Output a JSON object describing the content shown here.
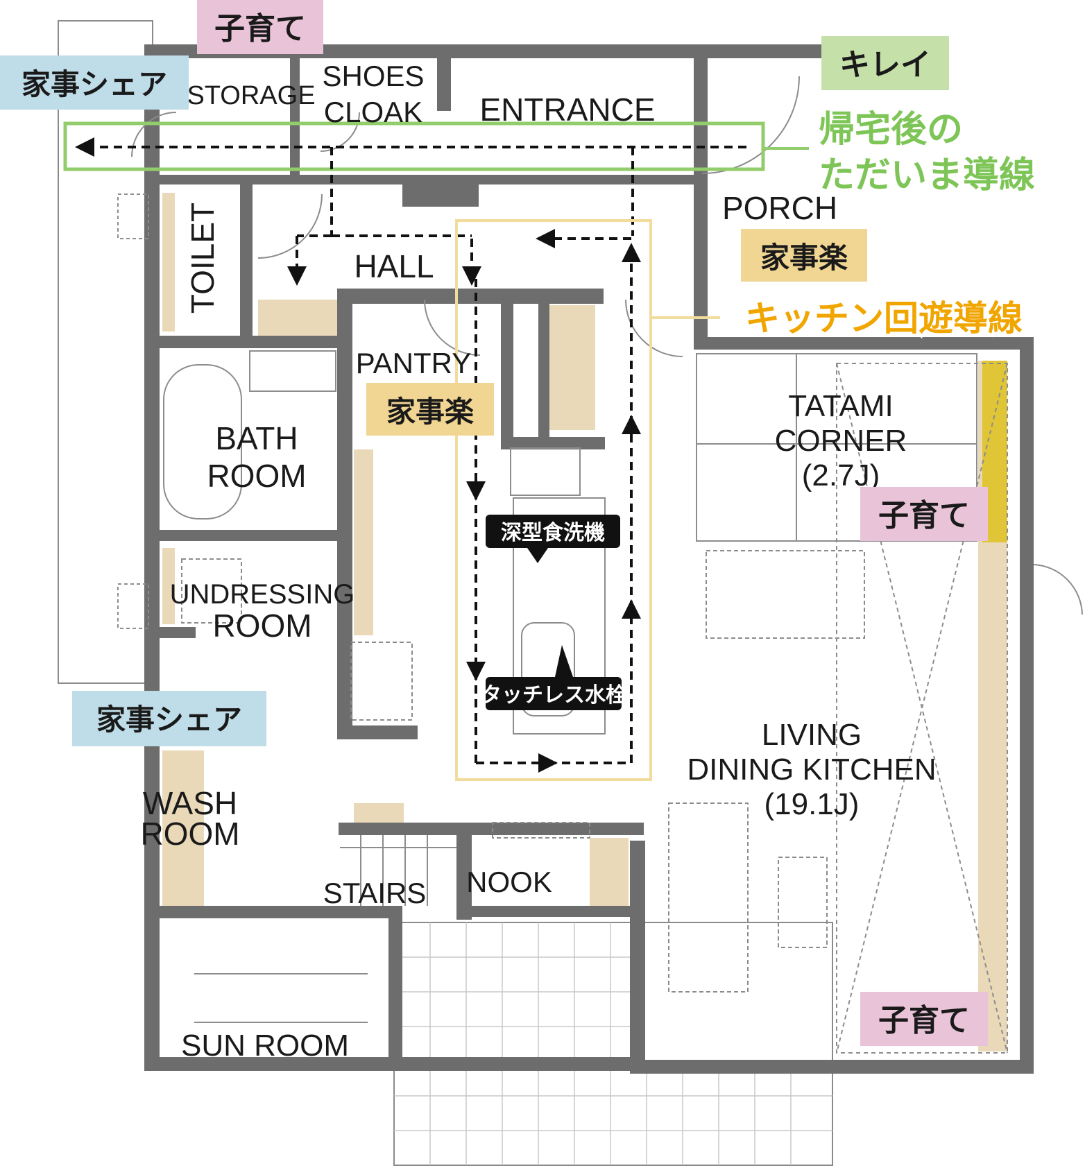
{
  "rooms": {
    "storage": "STORAGE",
    "shoes_cloak_1": "SHOES",
    "shoes_cloak_2": "CLOAK",
    "entrance": "ENTRANCE",
    "porch": "PORCH",
    "toilet": "TOILET",
    "hall": "HALL",
    "pantry": "PANTRY",
    "bath_1": "BATH",
    "bath_2": "ROOM",
    "undressing_1": "UNDRESSING",
    "undressing_2": "ROOM",
    "wash_1": "WASH",
    "wash_2": "ROOM",
    "stairs": "STAIRS",
    "nook": "NOOK",
    "sun_room": "SUN ROOM",
    "tatami_1": "TATAMI",
    "tatami_2": "CORNER",
    "tatami_3": "(2.7J)",
    "ldk_1": "LIVING",
    "ldk_2": "DINING KITCHEN",
    "ldk_3": "(19.1J)"
  },
  "tags": {
    "kosodate_top": "子育て",
    "kajishare_top": "家事シェア",
    "kirei": "キレイ",
    "kajiraku_porch": "家事楽",
    "kajiraku_pantry": "家事楽",
    "kosodate_tatami": "子育て",
    "kajishare_left": "家事シェア",
    "kosodate_bottom": "子育て"
  },
  "callouts": {
    "tadaima_1": "帰宅後の",
    "tadaima_2": "ただいま導線",
    "kitchen_loop": "キッチン回遊導線"
  },
  "features": {
    "dishwasher": "深型食洗機",
    "touchless": "タッチレス水栓"
  },
  "colors": {
    "wall": "#6d6d6d",
    "wood": "#ead9b8",
    "tag_pink": "#e9c3d7",
    "tag_blue": "#bfdde8",
    "tag_green": "#c6e0a9",
    "tag_yellow": "#f1d592",
    "route_green": "#93cc6b",
    "route_yellow": "#f1dc9e",
    "callout_green": "#7ec557",
    "callout_orange": "#f0a500",
    "tatami_accent": "#e0c536"
  }
}
